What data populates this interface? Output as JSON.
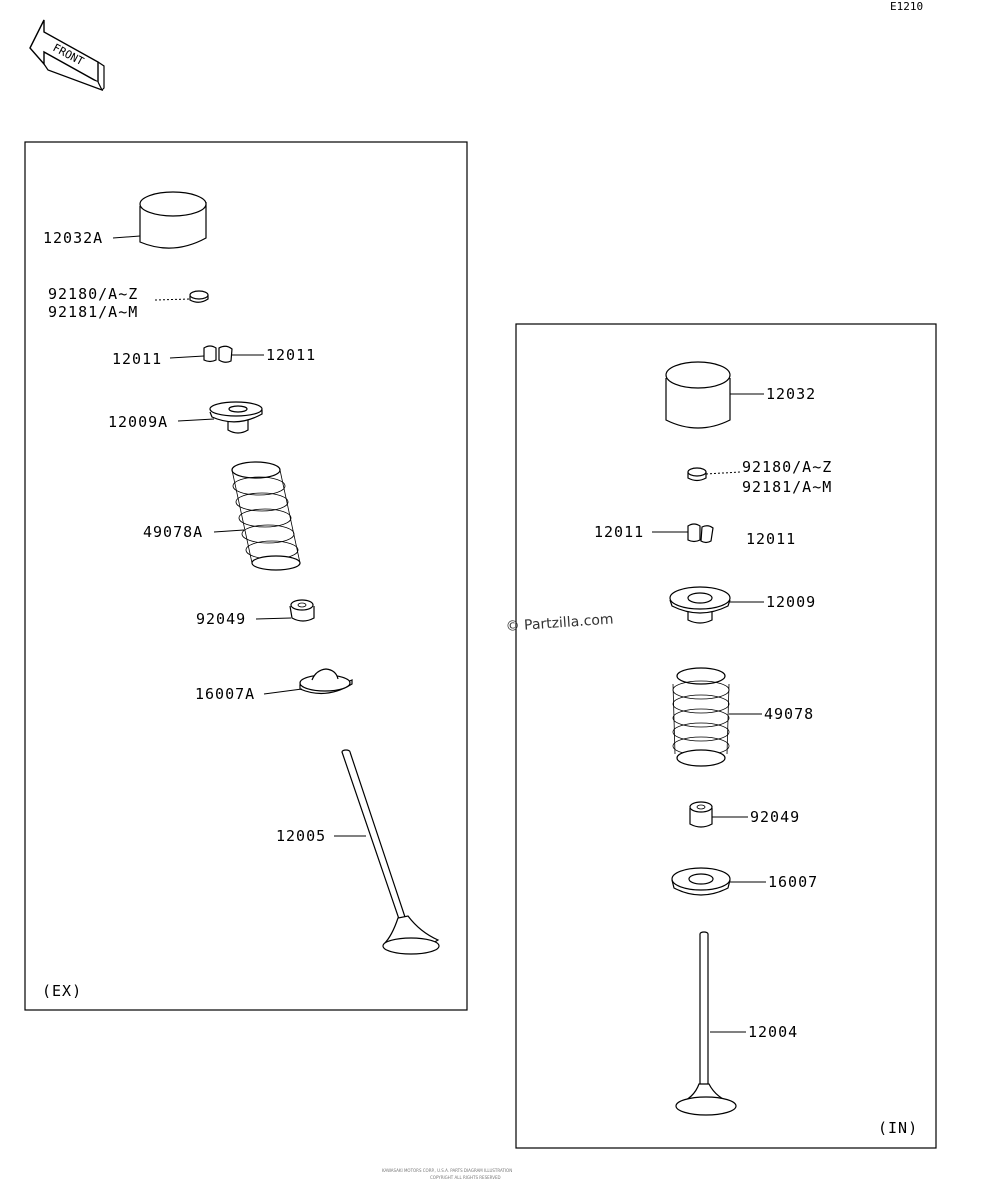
{
  "diagram_code": "E1210",
  "front_label": "FRONT",
  "watermark": "© Partzilla.com",
  "footer_lines": [
    "KAWASAKI MOTORS CORP., U.S.A. PARTS DIAGRAM ILLUSTRATION",
    "COPYRIGHT ALL RIGHTS RESERVED"
  ],
  "exhaust_panel": {
    "tag": "(EX)",
    "labels": {
      "tappet": "12032A",
      "shim_a": "92180/A~Z",
      "shim_b": "92181/A~M",
      "cotter_left": "12011",
      "cotter_right": "12011",
      "retainer": "12009A",
      "spring": "49078A",
      "seal": "92049",
      "seat": "16007A",
      "valve": "12005"
    }
  },
  "intake_panel": {
    "tag": "(IN)",
    "labels": {
      "tappet": "12032",
      "shim_a": "92180/A~Z",
      "shim_b": "92181/A~M",
      "cotter_left": "12011",
      "cotter_right": "12011",
      "retainer": "12009",
      "spring": "49078",
      "seal": "92049",
      "seat": "16007",
      "valve": "12004"
    }
  }
}
